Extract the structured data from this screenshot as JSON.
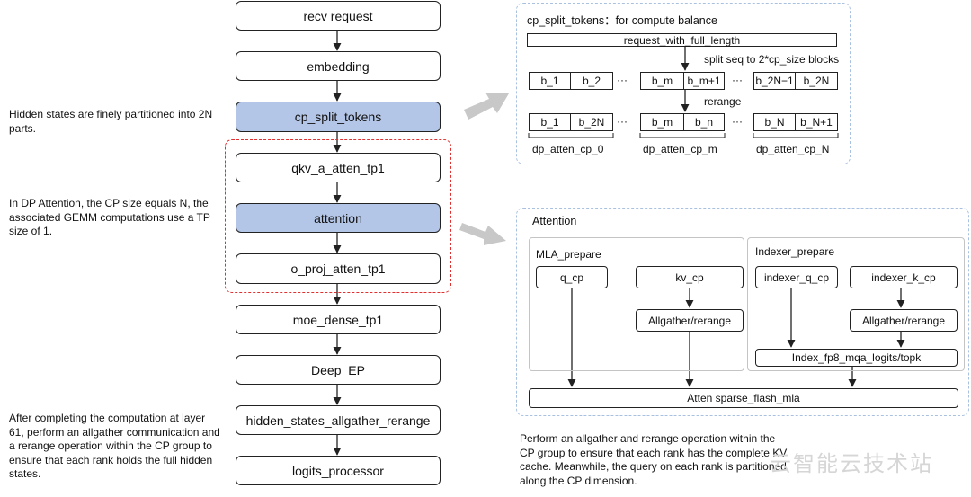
{
  "flow": {
    "nodes": [
      "recv request",
      "embedding",
      "cp_split_tokens",
      "qkv_a_atten_tp1",
      "attention",
      "o_proj_atten_tp1",
      "moe_dense_tp1",
      "Deep_EP",
      "hidden_states_allgather_rerange",
      "logits_processor"
    ]
  },
  "notes": {
    "split": "Hidden states are finely partitioned into 2N parts.",
    "dp": "In DP Attention, the CP size equals N, the associated GEMM computations use a TP size of 1.",
    "allgather": "After completing the computation at layer 61, perform an allgather communication and a rerange operation within the CP group to ensure that each rank holds the full hidden states.",
    "attention": "Perform an allgather and rerange operation within the CP group to ensure that each rank has the complete KV cache. Meanwhile, the query on each rank is partitioned along the CP dimension."
  },
  "cp_panel": {
    "title": "cp_split_tokens：for compute balance",
    "request_bar": "request_with_full_length",
    "split_label": "split seq to 2*cp_size blocks",
    "rerange_label": "rerange",
    "ellipsis": "···",
    "row1": [
      [
        "b_1",
        "b_2"
      ],
      [
        "b_m",
        "b_m+1"
      ],
      [
        "b_2N−1",
        "b_2N"
      ]
    ],
    "row2": [
      [
        "b_1",
        "b_2N"
      ],
      [
        "b_m",
        "b_n"
      ],
      [
        "b_N",
        "b_N+1"
      ]
    ],
    "groups": [
      "dp_atten_cp_0",
      "dp_atten_cp_m",
      "dp_atten_cp_N"
    ]
  },
  "attn_panel": {
    "title": "Attention",
    "mla": {
      "title": "MLA_prepare",
      "q": "q_cp",
      "kv": "kv_cp",
      "allgather": "Allgather/rerange"
    },
    "indexer": {
      "title": "Indexer_prepare",
      "q": "indexer_q_cp",
      "k": "indexer_k_cp",
      "allgather": "Allgather/rerange",
      "logits": "Index_fp8_mqa_logits/topk"
    },
    "sparse": "Atten sparse_flash_mla"
  },
  "colors": {
    "highlight": "#b4c6e7",
    "dashed_red": "#e03030",
    "dashed_blue": "#a9c1e0",
    "arrow_gray": "#c8c8c8"
  },
  "watermark": "云智能云技术站"
}
